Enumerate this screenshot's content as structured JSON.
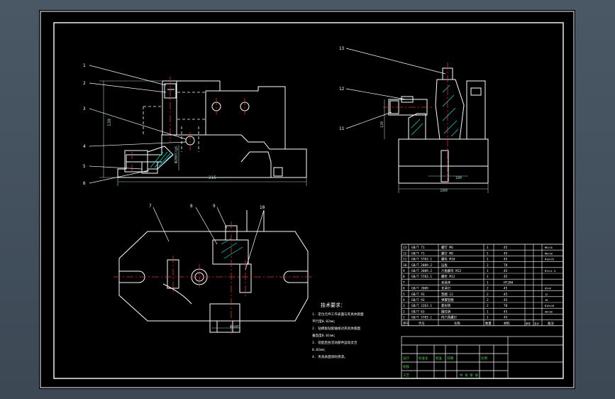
{
  "colors": {
    "background": "#465462",
    "paper": "#000000",
    "frame": "#ffffff",
    "part": "#ffffff",
    "hidden": "#ffffff",
    "center": "#e03030",
    "dim": "#9fd0d0",
    "leader": "#ffffff",
    "hatch": "#00e5e5",
    "titleblock_green": "#40e040"
  },
  "balloons": [
    "1",
    "2",
    "3",
    "4",
    "5",
    "6",
    "7",
    "8",
    "9",
    "10",
    "11",
    "12",
    "13"
  ],
  "dimensions": {
    "front_height": "130",
    "front_width": "215",
    "front_bore": "Φ20H7/g6",
    "side_width": "160",
    "side_base": "180",
    "side_height": "120",
    "top_bottom": "Φ16H7"
  },
  "notes": {
    "title": "技术要求：",
    "lines": [
      "1. 定位元件工作表面与夹具体底面",
      "   平行度0.02mm；",
      "2. 钻模板钻套轴线对夹具体底面",
      "   垂直度0.01mm；",
      "3. 装配后各活动部件运动灵活",
      "   0.02mm；",
      "4. 夹具表面涂防锈漆。"
    ]
  },
  "bom": [
    {
      "no": "13",
      "code": "GB/T 71",
      "name": "螺钉 M6",
      "qty": "1",
      "mat": "45",
      "note": "M6×16"
    },
    {
      "no": "12",
      "code": "GB/T 71",
      "name": "螺钉 M8",
      "qty": "1",
      "mat": "45",
      "note": "M8×20"
    },
    {
      "no": "11",
      "code": "GB/T 5783.1",
      "name": "螺栓 M10",
      "qty": "1",
      "mat": "45",
      "note": "M10×35"
    },
    {
      "no": "10",
      "code": "GB/T 2089.2",
      "name": "压板",
      "qty": "2",
      "mat": "T8",
      "note": ""
    },
    {
      "no": "9",
      "code": "GB/T 2089.2",
      "name": "六角螺母 M12",
      "qty": "1",
      "mat": "45",
      "note": "M12×1.5"
    },
    {
      "no": "8",
      "code": "GB/T 5783.1",
      "name": "螺栓 M12",
      "qty": "1",
      "mat": "45",
      "note": ""
    },
    {
      "no": "7",
      "code": "",
      "name": "夹具体",
      "qty": "1",
      "mat": "HT200",
      "note": ""
    },
    {
      "no": "6",
      "code": "GB/T 2089",
      "name": "支承钉",
      "qty": "2",
      "mat": "45",
      "note": "A5×8"
    },
    {
      "no": "5",
      "code": "GB/T 93",
      "name": "垫圈 12",
      "qty": "2",
      "mat": "45",
      "note": "12"
    },
    {
      "no": "4",
      "code": "GB/T 93",
      "name": "弹簧垫圈",
      "qty": "2",
      "mat": "45",
      "note": "10"
    },
    {
      "no": "3",
      "code": "GB/T 2263.1",
      "name": "菱形销",
      "qty": "2",
      "mat": "T8",
      "note": "B16×40"
    },
    {
      "no": "2",
      "code": "GB/T 63",
      "name": "圆柱销",
      "qty": "1",
      "mat": "45",
      "note": "A6×30"
    },
    {
      "no": "1",
      "code": "GB/T 5783.1",
      "name": "内六角螺钉",
      "qty": "1",
      "mat": "45",
      "note": ""
    }
  ],
  "bom_header": {
    "no": "序号",
    "code": "代号",
    "name": "名称",
    "qty": "数量",
    "mat": "材料",
    "unit_w": "单件",
    "total_w": "总计",
    "note": "备注"
  },
  "title_block": {
    "design": "设计",
    "check": "校核",
    "process": "工艺",
    "std": "标准化",
    "approve": "批准",
    "date": "日期",
    "scale": "比例",
    "sheet": "共 张 第 张"
  }
}
